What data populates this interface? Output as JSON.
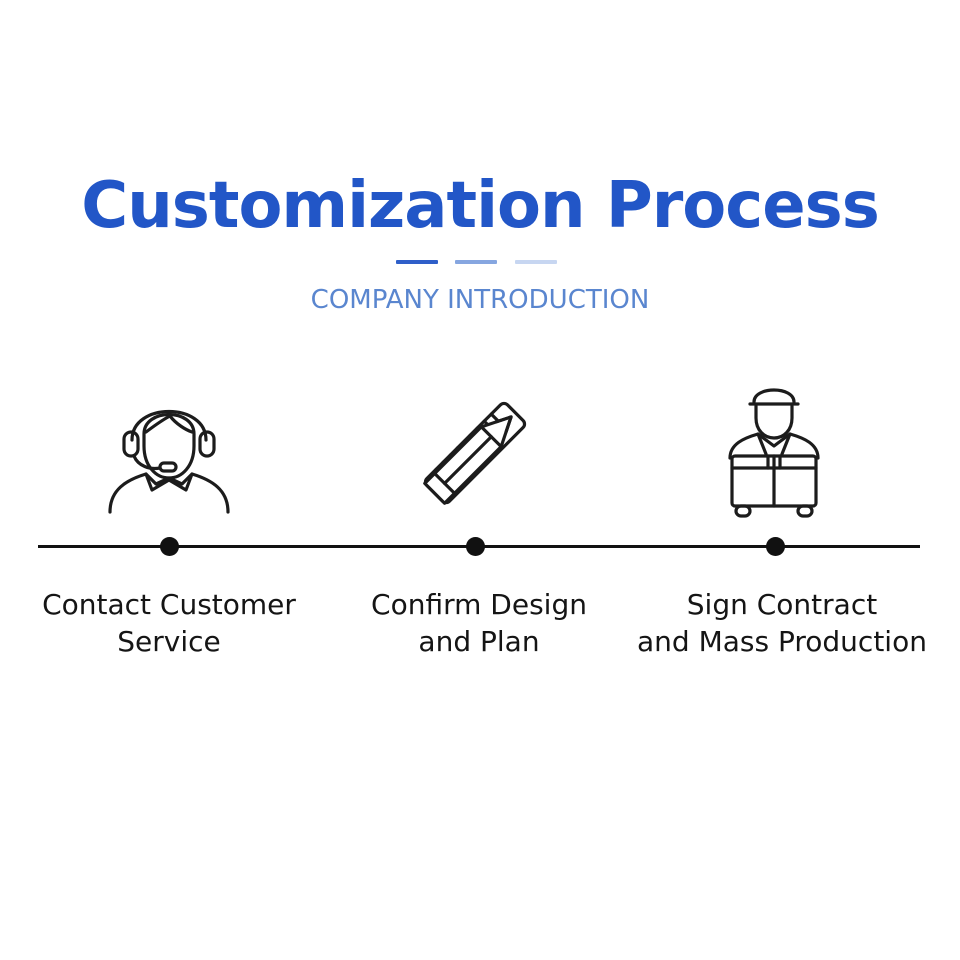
{
  "header": {
    "title": "Customization Process",
    "subtitle": "COMPANY INTRODUCTION",
    "dash_colors": [
      "#2f5fc9",
      "#86a6e0",
      "#c7d6f1"
    ]
  },
  "colors": {
    "title": "#2256c7",
    "subtitle": "#5a86cf",
    "line": "#111111",
    "icon_stroke": "#1c1c1c"
  },
  "steps": [
    {
      "icon": "customer-service-headset-icon",
      "label_line1": "Contact Customer",
      "label_line2": "Service"
    },
    {
      "icon": "pencil-ruler-icon",
      "label_line1": "Confirm Design",
      "label_line2": "and Plan"
    },
    {
      "icon": "delivery-worker-box-icon",
      "label_line1": "Sign Contract",
      "label_line2": "and Mass Production"
    }
  ]
}
